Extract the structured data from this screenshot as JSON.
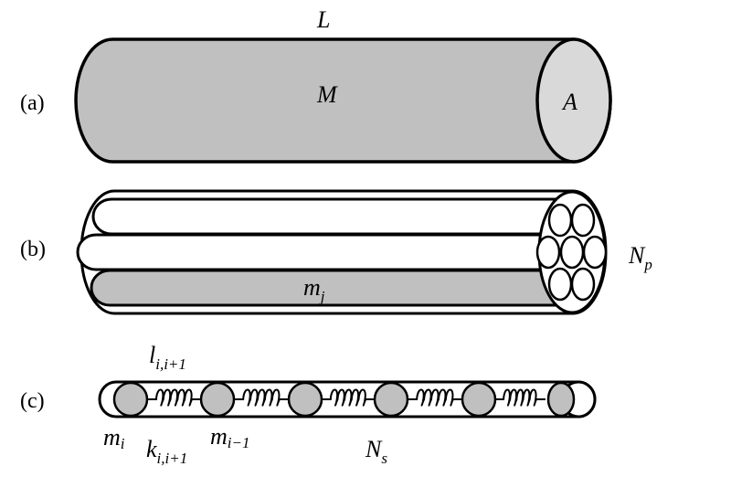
{
  "panels": {
    "a": "(a)",
    "b": "(b)",
    "c": "(c)"
  },
  "panel_a": {
    "length_label": "L",
    "mass_label": "M",
    "area_label": "A"
  },
  "panel_b": {
    "strand_mass_base": "m",
    "strand_mass_sub": "j",
    "strand_count_base": "N",
    "strand_count_sub": "p"
  },
  "panel_c": {
    "link_length_base": "l",
    "link_length_sub": "i,i+1",
    "bead_mass_base": "m",
    "bead_mass_sub": "i",
    "spring_const_base": "k",
    "spring_const_sub": "i,i+1",
    "next_mass_base": "m",
    "next_mass_sub": "i−1",
    "segment_count_base": "N",
    "segment_count_sub": "s"
  },
  "colors": {
    "fill_main": "#c0c0c0",
    "fill_face": "#d9d9d9",
    "stroke": "#000000",
    "background": "#ffffff"
  }
}
